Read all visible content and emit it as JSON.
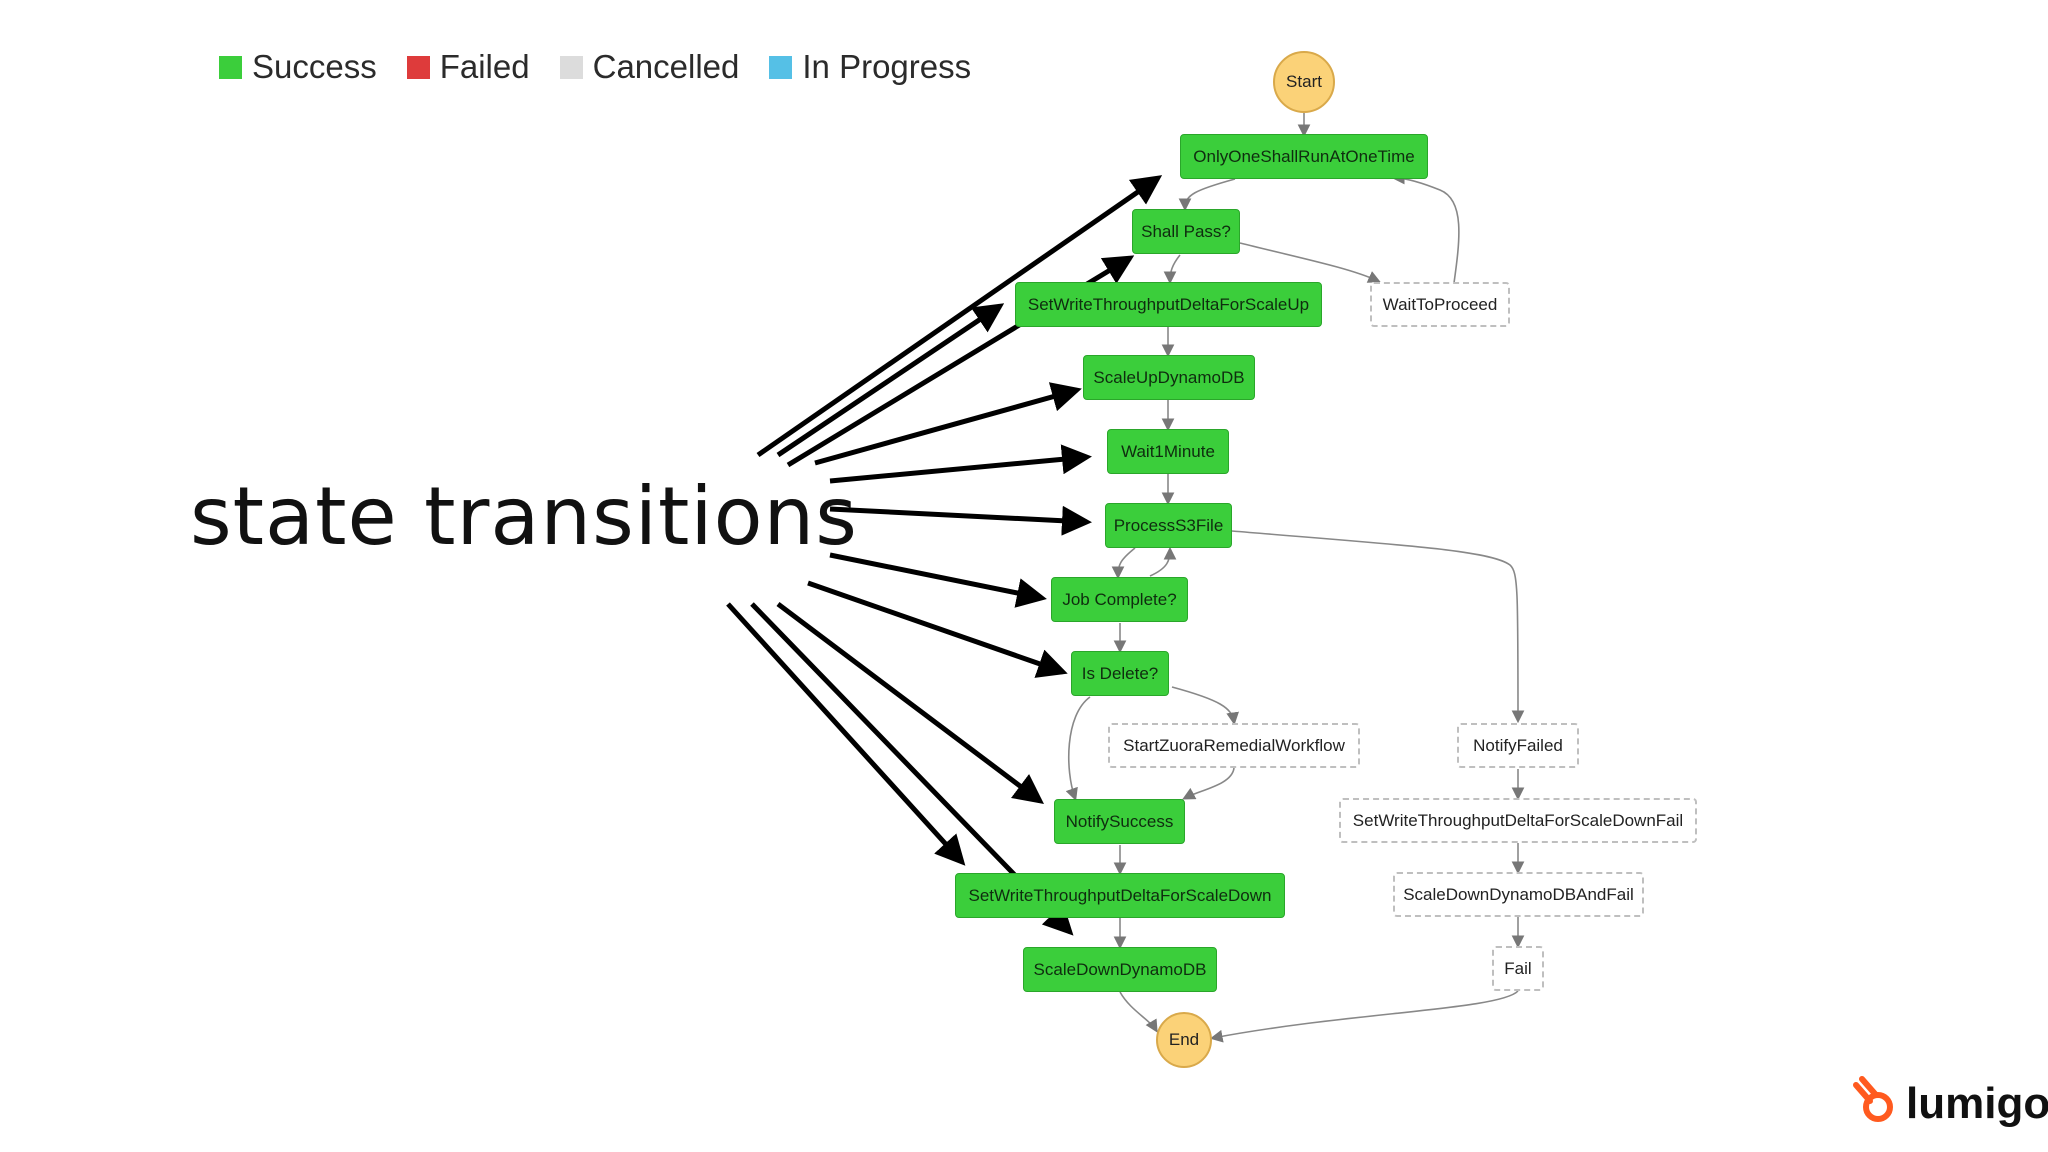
{
  "legend": [
    {
      "label": "Success",
      "color": "#3bce3b"
    },
    {
      "label": "Failed",
      "color": "#de3b3b"
    },
    {
      "label": "Cancelled",
      "color": "#dcdcdc"
    },
    {
      "label": "In Progress",
      "color": "#55c0e6"
    }
  ],
  "annotation": {
    "text": "state transitions"
  },
  "nodes": {
    "start": "Start",
    "only_one": "OnlyOneShallRunAtOneTime",
    "shall_pass": "Shall Pass?",
    "wait_to_proceed": "WaitToProceed",
    "set_scale_up": "SetWriteThroughputDeltaForScaleUp",
    "scale_up": "ScaleUpDynamoDB",
    "wait1": "Wait1Minute",
    "process": "ProcessS3File",
    "job_complete": "Job Complete?",
    "is_delete": "Is Delete?",
    "start_zuora": "StartZuoraRemedialWorkflow",
    "notify_failed": "NotifyFailed",
    "notify_success": "NotifySuccess",
    "set_scale_down_fail": "SetWriteThroughputDeltaForScaleDownFail",
    "set_scale_down": "SetWriteThroughputDeltaForScaleDown",
    "scale_down_fail": "ScaleDownDynamoDBAndFail",
    "scale_down": "ScaleDownDynamoDB",
    "fail": "Fail",
    "end": "End"
  },
  "logo": {
    "text": "lumigo",
    "icon": "lumigo-logo-icon",
    "color": "#ff5a1f"
  }
}
